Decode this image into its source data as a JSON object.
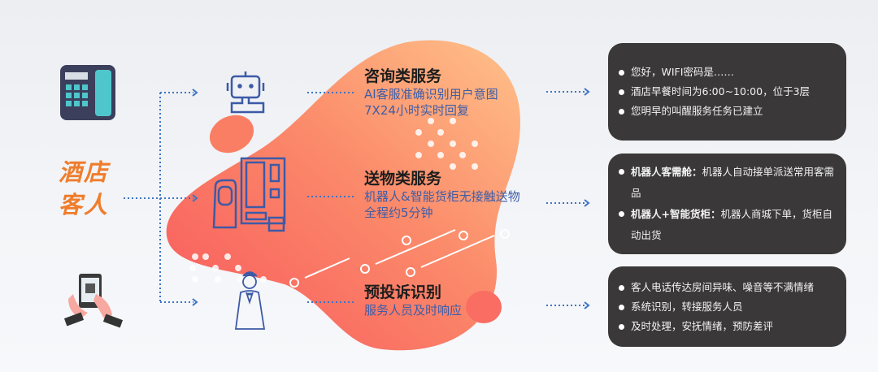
{
  "guest_label": [
    "酒店",
    "客人"
  ],
  "services": [
    {
      "title": "咨询类服务",
      "lines": [
        "AI客服准确识别用户意图",
        "7X24小时实时回复"
      ]
    },
    {
      "title": "送物类服务",
      "lines": [
        "机器人&智能货柜无接触送物",
        "全程约5分钟"
      ]
    },
    {
      "title": "预投诉识别",
      "lines": [
        "服务人员及时响应"
      ]
    }
  ],
  "cards": [
    {
      "items": [
        "您好，WIFI密码是……",
        "酒店早餐时间为6:00~10:00，位于3层",
        "您明早的叫醒服务任务已建立"
      ]
    },
    {
      "items": [
        {
          "bold": "机器人客需舱：",
          "text": "机器人自动接单派送常用客需品"
        },
        {
          "bold": "机器人+智能货柜：",
          "text": "机器人商城下单，货柜自动出货"
        }
      ]
    },
    {
      "items": [
        "客人电话传达房间异味、噪音等不满情绪",
        "系统识别，转接服务人员",
        "及时处理，安抚情绪，预防差评"
      ]
    }
  ],
  "colors": {
    "accent": "#ef7d2c",
    "blue": "#3f5da6",
    "card": "#3a3838"
  }
}
